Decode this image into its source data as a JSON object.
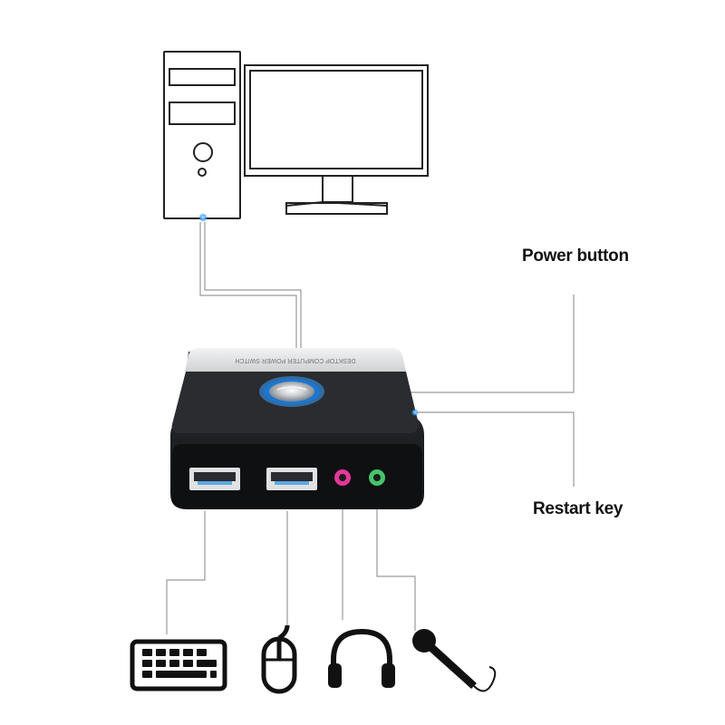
{
  "labels": {
    "power_button": "Power button",
    "restart_key": "Restart key"
  },
  "device": {
    "panel_text": "DESKTOP COMPUTER POWER SWITCH"
  },
  "icons": [
    "computer-tower-icon",
    "monitor-icon",
    "keyboard-icon",
    "mouse-icon",
    "headphones-icon",
    "microphone-icon"
  ],
  "colors": {
    "line": "#9a9a9a",
    "outline": "#222222",
    "device_body": "#1d1f22",
    "device_panel": "#e6e7e8",
    "glow_blue": "#3aa0ff",
    "audio_pink": "#e3379a",
    "mic_green": "#46c36a"
  }
}
